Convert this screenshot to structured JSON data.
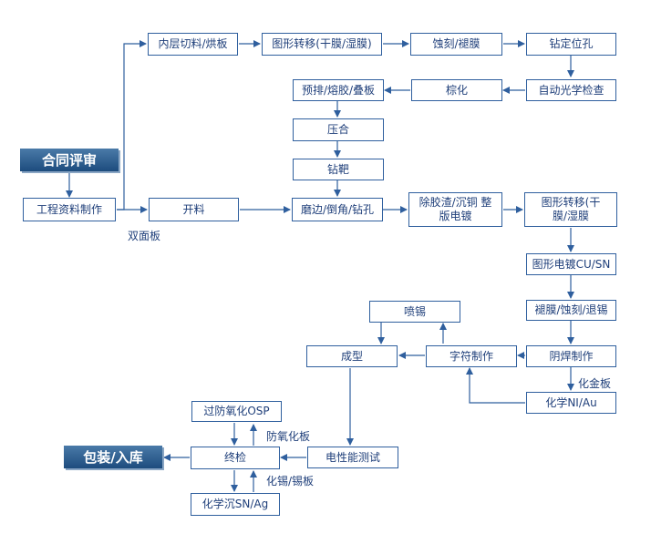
{
  "nodes": {
    "contract_review": "合同评审",
    "engineering_docs": "工程资料制作",
    "inner_cut": "内层切料/烘板",
    "pattern_transfer_1": "图形转移(干膜/湿膜)",
    "etch_strip_1": "蚀刻/褪膜",
    "drill_locate": "钻定位孔",
    "brown_oxide": "棕化",
    "aoi": "自动光学检查",
    "prelay": "预排/熔胶/叠板",
    "press": "压合",
    "target_drill": "钻靶",
    "cutting": "开料",
    "edge_drill": "磨边/倒角/钻孔",
    "desmear": "除胶渣/沉铜 整版电镀",
    "pattern_transfer_2": "图形转移(干 膜/湿膜",
    "pattern_plating": "图形电镀CU/SN",
    "strip_etch": "褪膜/蚀刻/退锡",
    "solder_mask": "阴焊制作",
    "enig": "化学NI/Au",
    "legend": "字符制作",
    "hasl": "喷锡",
    "profile": "成型",
    "e_test": "电性能测试",
    "final_inspection": "终检",
    "osp": "过防氧化OSP",
    "immersion": "化学沉SN/Ag",
    "pack": "包装/入库"
  },
  "labels": {
    "double_sided": "双面板",
    "gold_board": "化金板",
    "anti_ox_board": "防氧化板",
    "tin_board": "化锡/锡板"
  }
}
